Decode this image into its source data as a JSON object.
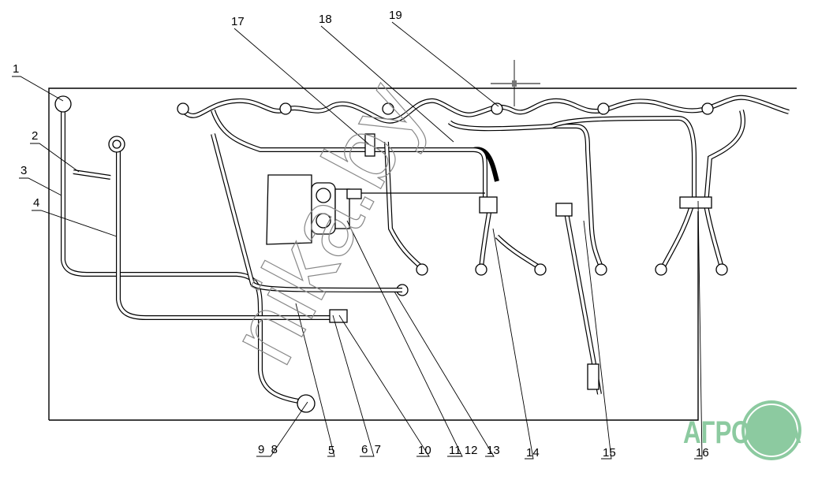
{
  "diagram": {
    "callouts": [
      {
        "id": "1",
        "text": "1"
      },
      {
        "id": "2",
        "text": "2"
      },
      {
        "id": "3",
        "text": "3"
      },
      {
        "id": "4",
        "text": "4"
      },
      {
        "id": "5",
        "text": "5"
      },
      {
        "id": "6_7",
        "text": "6  7"
      },
      {
        "id": "9_8",
        "text": "9  8"
      },
      {
        "id": "10",
        "text": "10"
      },
      {
        "id": "11_12",
        "text": "11 12"
      },
      {
        "id": "13",
        "text": "13"
      },
      {
        "id": "14",
        "text": "14"
      },
      {
        "id": "15",
        "text": "15"
      },
      {
        "id": "16",
        "text": "16"
      },
      {
        "id": "17",
        "text": "17"
      },
      {
        "id": "18",
        "text": "18"
      },
      {
        "id": "19",
        "text": "19"
      }
    ],
    "watermark": "nika.by",
    "logo_text": "АГРОНКА",
    "colors": {
      "logo": "#8ccaa0",
      "line": "#000000"
    }
  }
}
